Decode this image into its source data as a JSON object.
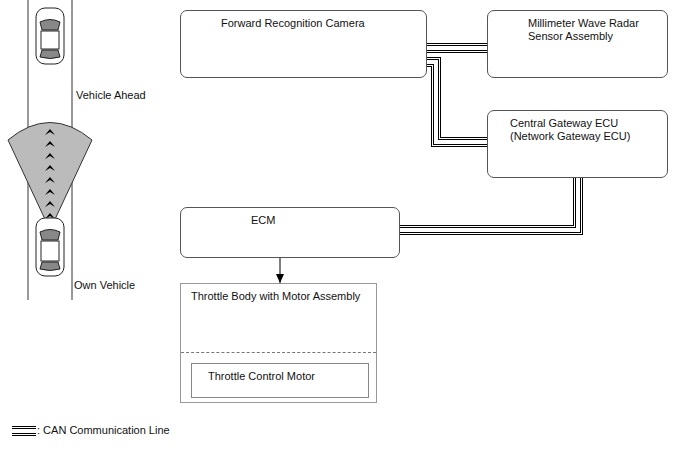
{
  "diagram": {
    "nodes": [
      {
        "text": [
          "Forward Recognition Camera"
        ]
      },
      {
        "text": [
          "Millimeter Wave Radar Sensor Assembly"
        ]
      },
      {
        "text": [
          "Central Gateway ECU (Network Gateway ECU)"
        ]
      },
      {
        "text": [
          "ECM"
        ]
      },
      {
        "text": [
          "Throttle Body with Motor Assembly"
        ]
      },
      {
        "text": [
          "Throttle Control Motor"
        ],
        "in": 4
      }
    ],
    "edges": [
      {
        "from": 0,
        "to": 1,
        "arrow": "none"
      },
      {
        "from": 0,
        "to": 2,
        "arrow": "none"
      },
      {
        "from": 2,
        "to": 3,
        "arrow": "none"
      },
      {
        "from": 3,
        "to": 4,
        "arrow": "to"
      }
    ],
    "labels": [
      "Vehicle Ahead",
      "Own Vehicle"
    ],
    "legend": [
      {
        "text": ": CAN Communication Line"
      }
    ]
  }
}
